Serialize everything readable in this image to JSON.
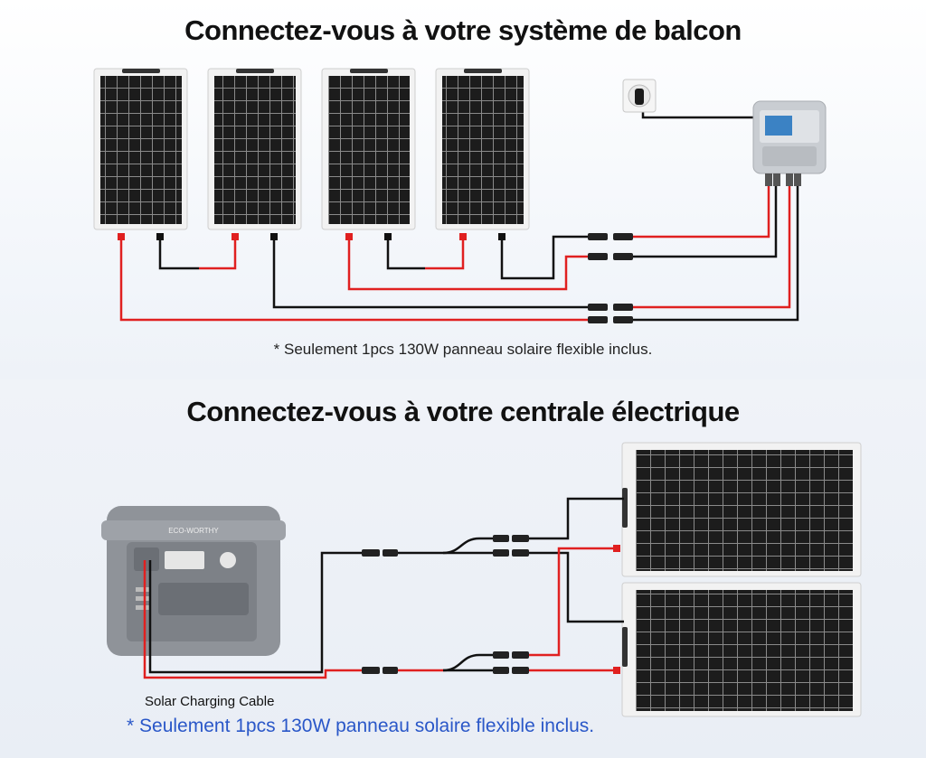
{
  "section_top": {
    "title": "Connectez-vous à votre système de balcon",
    "note": "* Seulement 1pcs 130W panneau solaire flexible inclus."
  },
  "section_bottom": {
    "title": "Connectez-vous à votre centrale électrique",
    "cable_label": "Solar Charging Cable",
    "note": "* Seulement 1pcs 130W panneau solaire flexible inclus.",
    "station_brand": "ECO-WORTHY"
  },
  "colors": {
    "positive_wire": "#e02020",
    "negative_wire": "#111111",
    "panel_cell": "#1c1c1c",
    "panel_frame": "#f2f2f2",
    "note_blue": "#2a57c8"
  },
  "icons": [
    "solar-panel-icon",
    "wall-socket-icon",
    "micro-inverter-icon",
    "power-station-icon",
    "mc4-connector-icon"
  ]
}
